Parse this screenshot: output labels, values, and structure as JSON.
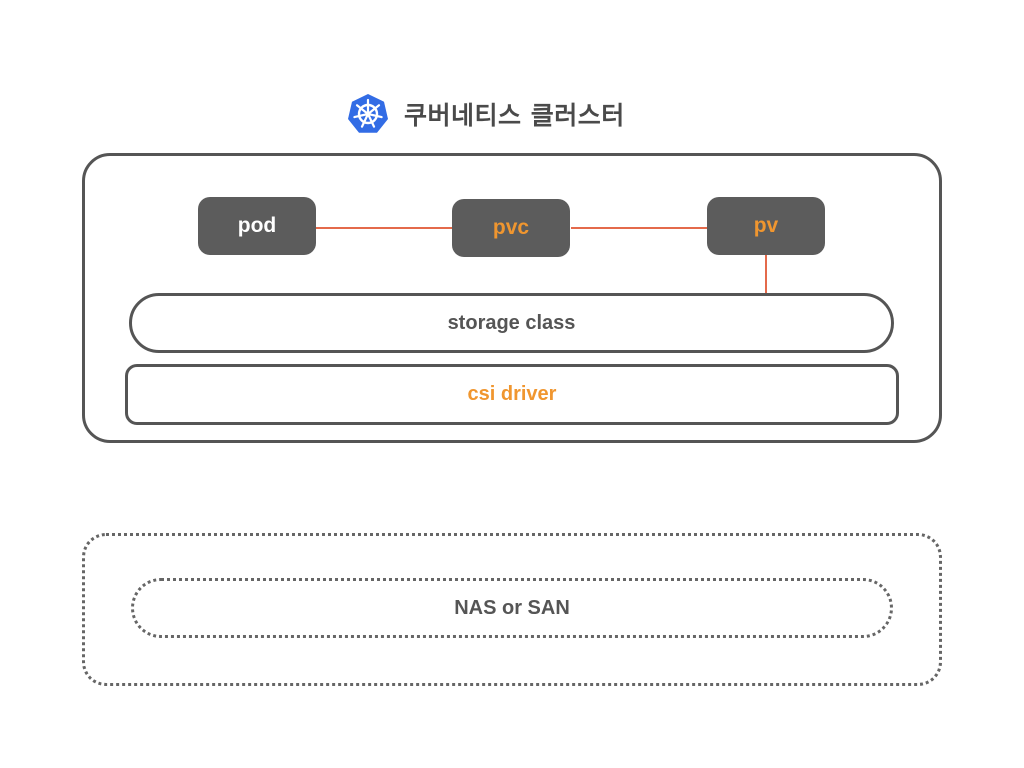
{
  "header": {
    "title": "쿠버네티스 클러스터",
    "icon": "kubernetes-helm-wheel-icon",
    "icon_color": "#326ce5"
  },
  "cluster": {
    "nodes": {
      "pod": "pod",
      "pvc": "pvc",
      "pv": "pv"
    },
    "layers": {
      "storage_class": "storage class",
      "csi_driver": "csi driver"
    }
  },
  "external": {
    "storage": "NAS or SAN"
  },
  "colors": {
    "node_fill": "#5c5c5c",
    "accent_orange": "#f0962f",
    "connector": "#e46a4b",
    "border": "#555555",
    "text_gray": "#555555"
  }
}
